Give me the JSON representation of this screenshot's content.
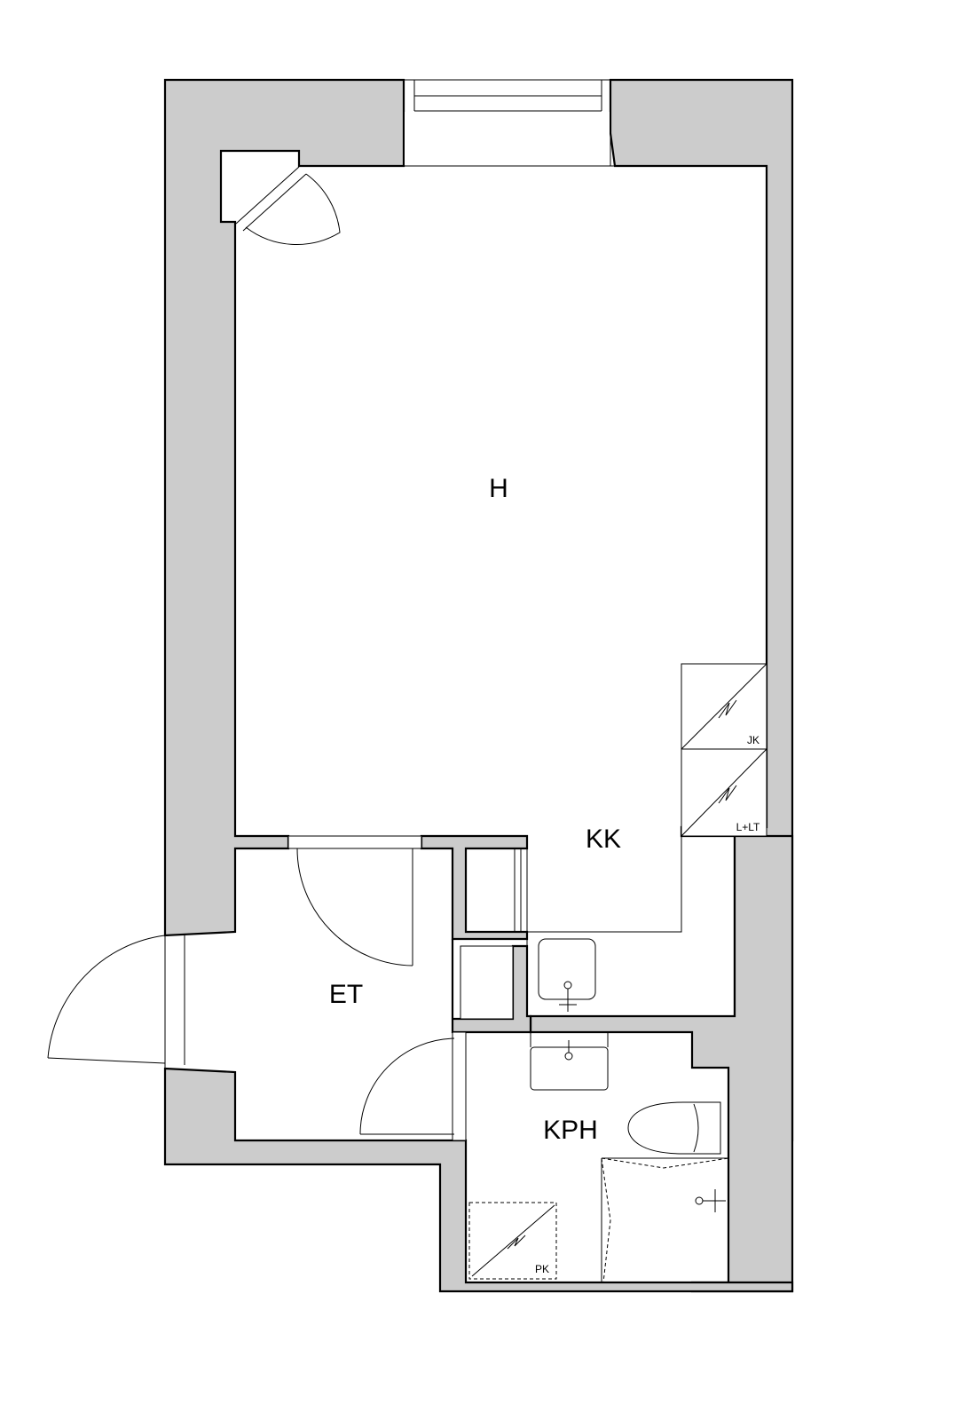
{
  "rooms": {
    "living": "H",
    "kitchen": "KK",
    "hall": "ET",
    "bathroom": "KPH"
  },
  "fixtures": {
    "freezer": "JK",
    "stove_oven": "L+LT",
    "washing_machine": "PK"
  },
  "colors": {
    "wall": "#cccccc",
    "line": "#000000",
    "background": "#ffffff"
  }
}
